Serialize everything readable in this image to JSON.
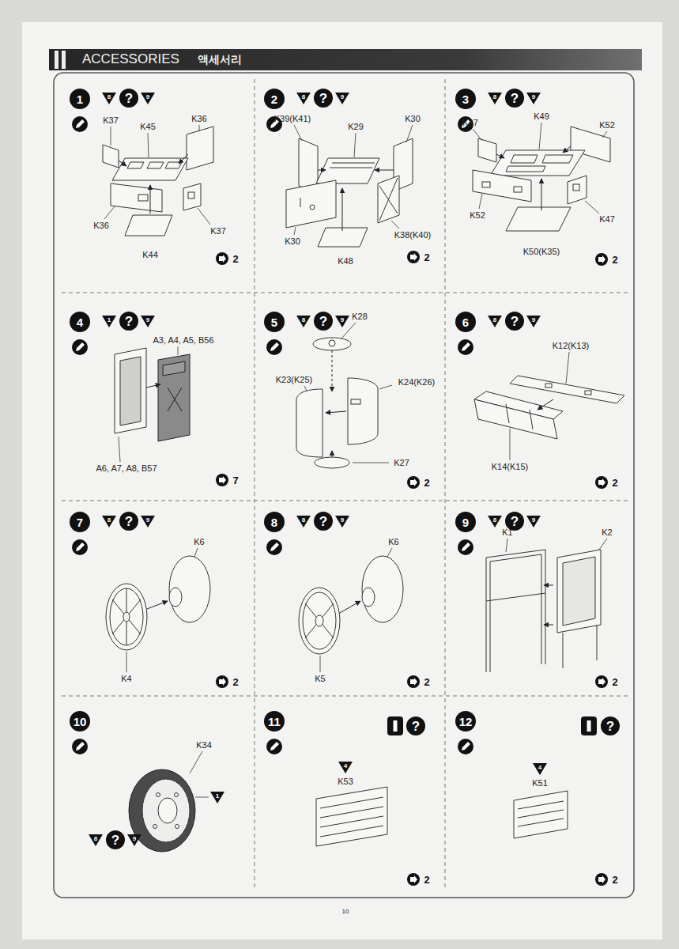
{
  "diagram": {
    "title": "ACCESSORIES",
    "nodes": [
      {
        "text": [
          "1"
        ]
      },
      {
        "text": [
          "8"
        ]
      },
      {
        "text": [
          "?"
        ]
      },
      {
        "text": [
          "9"
        ]
      },
      {
        "text": [
          "2"
        ]
      },
      {
        "text": [
          "8"
        ]
      },
      {
        "text": [
          "?"
        ]
      },
      {
        "text": [
          "9"
        ]
      },
      {
        "text": [
          "3"
        ]
      },
      {
        "text": [
          "8"
        ]
      },
      {
        "text": [
          "?"
        ]
      },
      {
        "text": [
          "9"
        ]
      },
      {
        "text": [
          "4"
        ]
      },
      {
        "text": [
          "1"
        ]
      },
      {
        "text": [
          "?"
        ]
      },
      {
        "text": [
          "9"
        ]
      },
      {
        "text": [
          "5"
        ]
      },
      {
        "text": [
          "8"
        ]
      },
      {
        "text": [
          "?"
        ]
      },
      {
        "text": [
          "9"
        ]
      },
      {
        "text": [
          "6"
        ]
      },
      {
        "text": [
          "8"
        ]
      },
      {
        "text": [
          "?"
        ]
      },
      {
        "text": [
          "9"
        ]
      },
      {
        "text": [
          "7"
        ]
      },
      {
        "text": [
          "8"
        ]
      },
      {
        "text": [
          "?"
        ]
      },
      {
        "text": [
          "9"
        ]
      },
      {
        "text": [
          "8"
        ]
      },
      {
        "text": [
          "8"
        ]
      },
      {
        "text": [
          "?"
        ]
      },
      {
        "text": [
          "9"
        ]
      },
      {
        "text": [
          "9"
        ]
      },
      {
        "text": [
          "8"
        ]
      },
      {
        "text": [
          "?"
        ]
      },
      {
        "text": [
          "9"
        ]
      },
      {
        "text": [
          "10"
        ]
      },
      {
        "text": [
          "1"
        ]
      },
      {
        "text": [
          "8"
        ]
      },
      {
        "text": [
          "?"
        ]
      },
      {
        "text": [
          "9"
        ]
      },
      {
        "text": [
          "11"
        ]
      },
      {
        "text": [
          "?"
        ]
      },
      {
        "text": [
          "4"
        ]
      },
      {
        "text": [
          "12"
        ]
      },
      {
        "text": [
          "?"
        ]
      },
      {
        "text": [
          "4"
        ]
      }
    ],
    "labels": [
      "액세서리",
      "K37",
      "K45",
      "K36",
      "K36",
      "K37",
      "K44",
      "2",
      "K39(K41)",
      "K29",
      "K30",
      "K30",
      "K38(K40)",
      "K48",
      "2",
      "K47",
      "K49",
      "K52",
      "K52",
      "K47",
      "K50(K35)",
      "2",
      "A3, A4, A5, B56",
      "A6, A7, A8, B57",
      "7",
      "K28",
      "K23(K25)",
      "K24(K26)",
      "K27",
      "2",
      "K12(K13)",
      "K14(K15)",
      "2",
      "K6",
      "K4",
      "2",
      "K6",
      "K5",
      "2",
      "K1",
      "K2",
      "2",
      "K34",
      "K53",
      "2",
      "K51",
      "2",
      "10"
    ]
  }
}
